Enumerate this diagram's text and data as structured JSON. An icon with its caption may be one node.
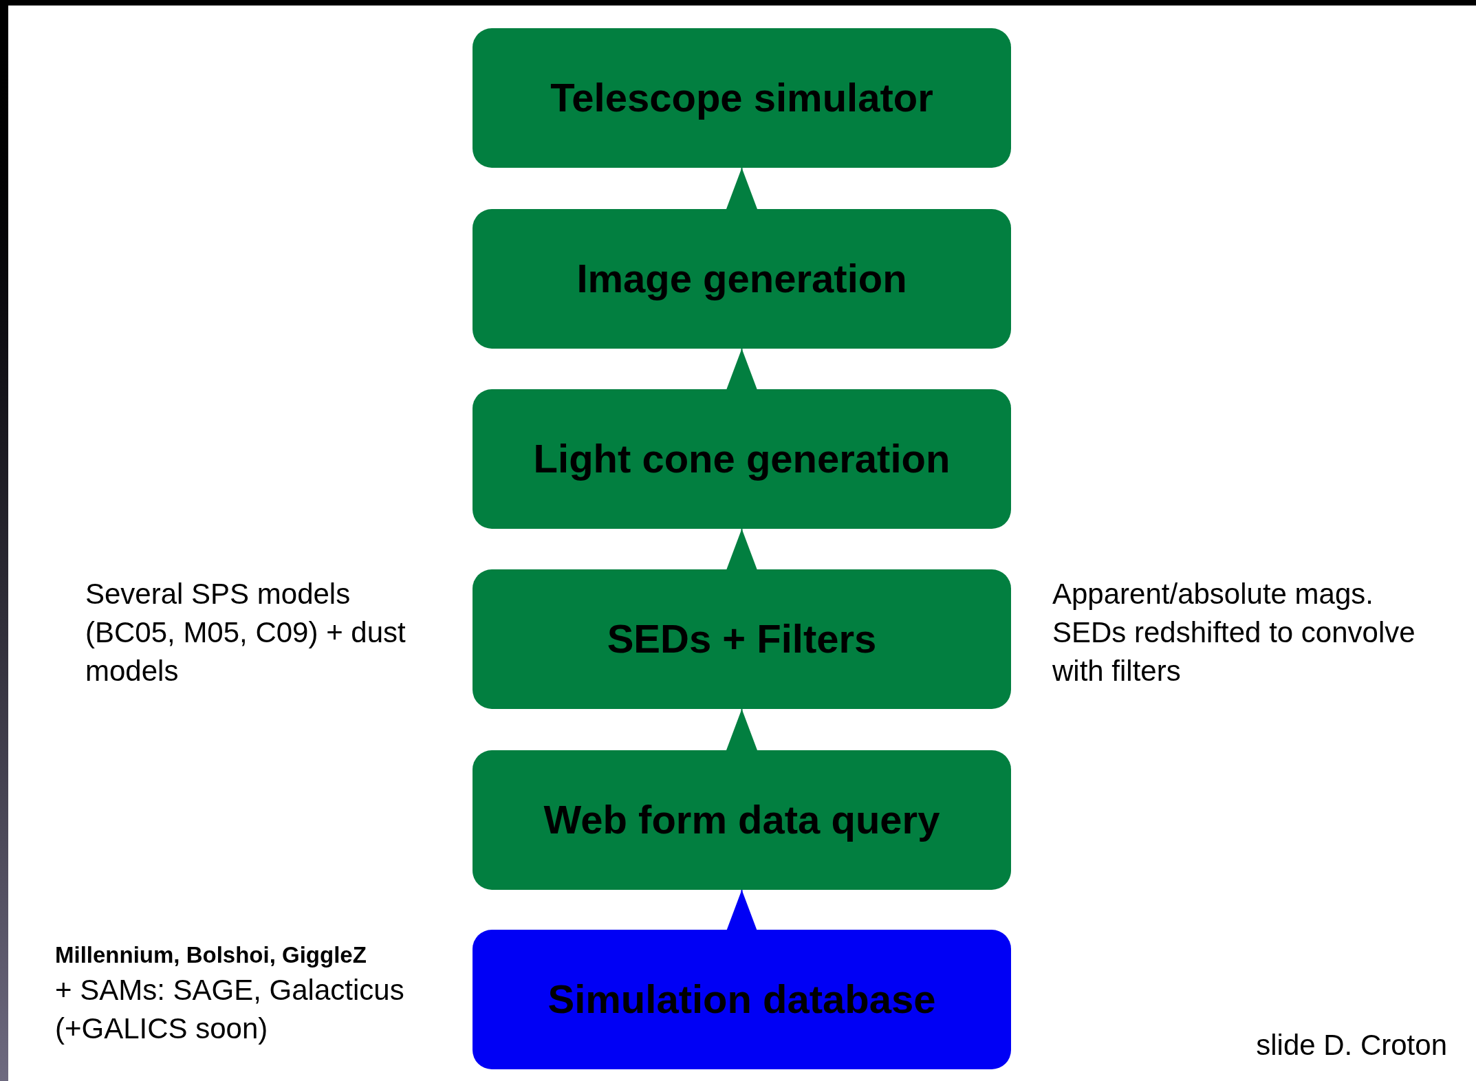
{
  "diagram": {
    "nodes": [
      {
        "text": [
          "Telescope simulator"
        ]
      },
      {
        "text": [
          "Image generation"
        ]
      },
      {
        "text": [
          "Light cone generation"
        ]
      },
      {
        "text": [
          "SEDs + Filters"
        ],
        "beside": [
          "Several SPS models (BC05, M05, C09) + dust models",
          "Apparent/absolute mags. SEDs redshifted to convolve with filters"
        ]
      },
      {
        "text": [
          "Web form data query"
        ]
      },
      {
        "text": [
          "Simulation database"
        ],
        "beside": [
          "Millennium, Bolshoi,  GiggleZ",
          "+ SAMs: SAGE, Galacticus (+GALICS soon)"
        ]
      }
    ],
    "edges": [
      {
        "from": 5,
        "to": 4,
        "arrow": "to",
        "color": "#0000f5"
      },
      {
        "from": 4,
        "to": 3,
        "arrow": "to"
      },
      {
        "from": 3,
        "to": 2,
        "arrow": "to"
      },
      {
        "from": 2,
        "to": 1,
        "arrow": "to"
      },
      {
        "from": 1,
        "to": 0,
        "arrow": "to"
      }
    ],
    "labels": [
      "slide D. Croton"
    ]
  }
}
